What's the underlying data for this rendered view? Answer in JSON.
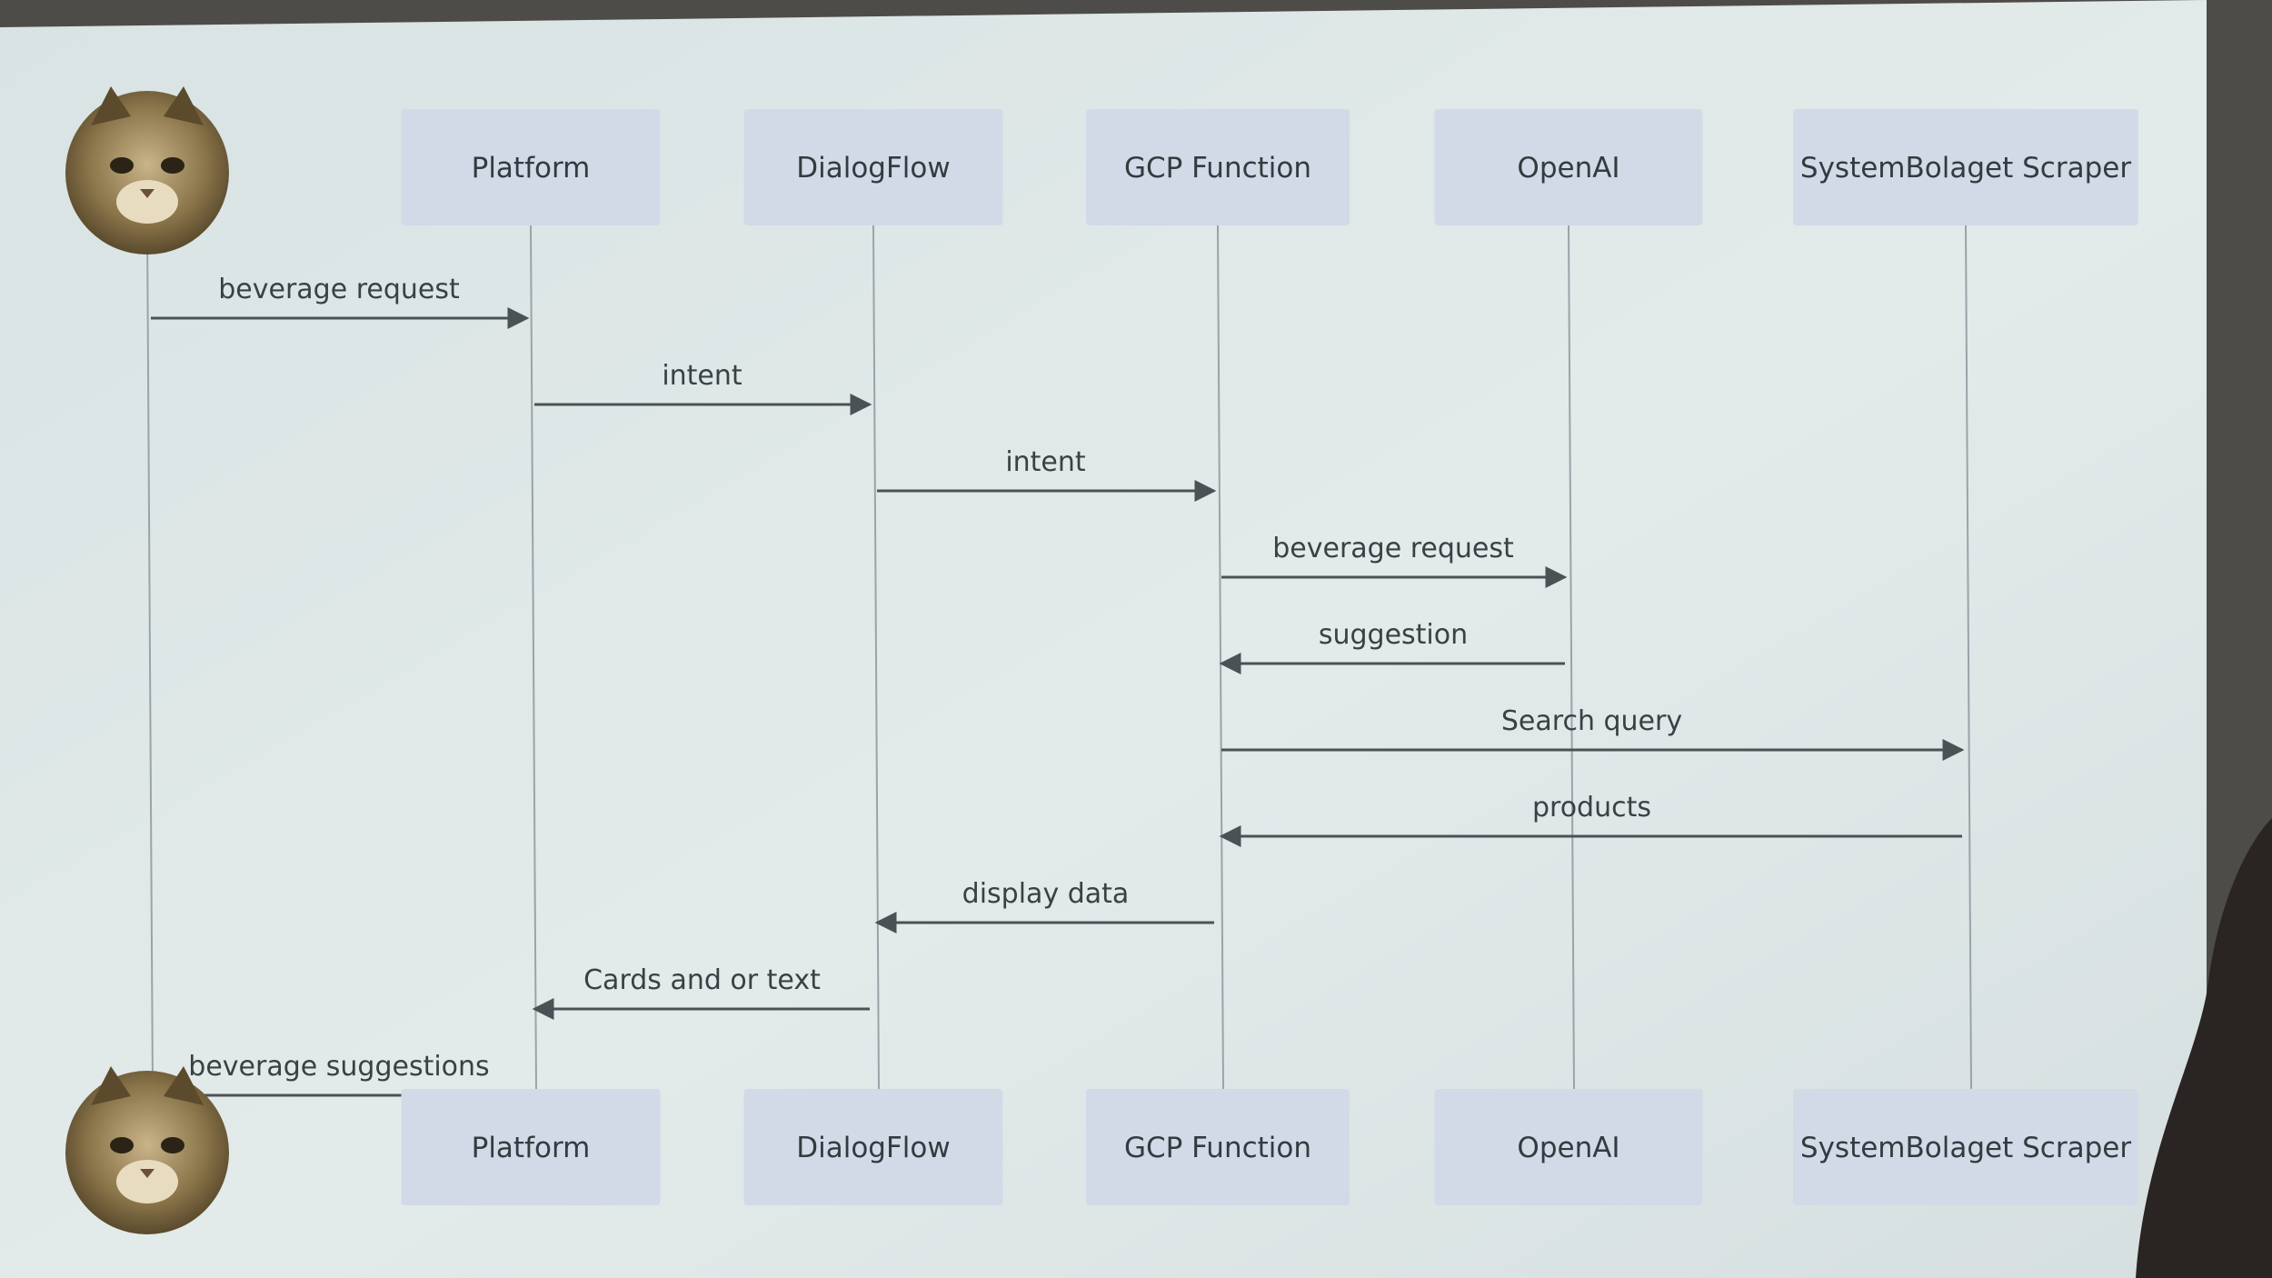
{
  "diagram": {
    "type": "sequence",
    "participants": [
      {
        "id": "user",
        "label": "",
        "avatar": "cat"
      },
      {
        "id": "platform",
        "label": "Platform"
      },
      {
        "id": "dialogflow",
        "label": "DialogFlow"
      },
      {
        "id": "gcp",
        "label": "GCP Function"
      },
      {
        "id": "openai",
        "label": "OpenAI"
      },
      {
        "id": "scraper",
        "label": "SystemBolaget Scraper"
      }
    ],
    "messages": [
      {
        "from": "user",
        "to": "platform",
        "label": "beverage request"
      },
      {
        "from": "platform",
        "to": "dialogflow",
        "label": "intent"
      },
      {
        "from": "dialogflow",
        "to": "gcp",
        "label": "intent"
      },
      {
        "from": "gcp",
        "to": "openai",
        "label": "beverage request"
      },
      {
        "from": "openai",
        "to": "gcp",
        "label": "suggestion"
      },
      {
        "from": "gcp",
        "to": "scraper",
        "label": "Search query"
      },
      {
        "from": "scraper",
        "to": "gcp",
        "label": "products"
      },
      {
        "from": "gcp",
        "to": "dialogflow",
        "label": "display data"
      },
      {
        "from": "dialogflow",
        "to": "platform",
        "label": "Cards and or text"
      },
      {
        "from": "platform",
        "to": "user",
        "label": "beverage suggestions"
      }
    ],
    "colors": {
      "slide": "#dde6e6",
      "participant_box": "#d2dae8",
      "line": "#4b5256",
      "lifeline": "#9aa3aa"
    }
  }
}
